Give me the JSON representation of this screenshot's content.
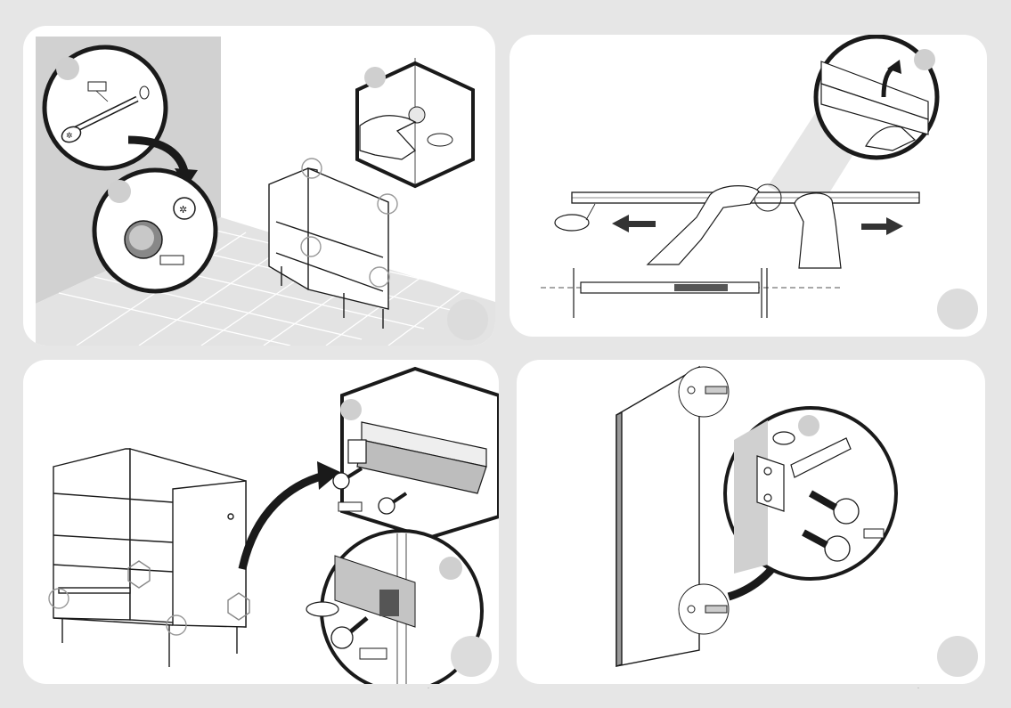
{
  "colors": {
    "background": "#e6e6e6",
    "panel": "#ffffff",
    "wall": "#d0d0d0",
    "floor": "#dcdcdc",
    "badge": "#d6d6d6",
    "ink": "#1a1a1a",
    "accent_dark": "#333333"
  },
  "steps": [
    {
      "id": "step-1",
      "icons": [
        "wall-screw-icon",
        "wall-plug-icon",
        "curved-arrow-icon",
        "hand-press-icon"
      ]
    },
    {
      "id": "step-2",
      "icons": [
        "drawer-slide-icon",
        "arrow-left-icon",
        "arrow-right-icon",
        "lever-arrow-icon"
      ]
    },
    {
      "id": "step-3",
      "icons": [
        "slide-mount-icon",
        "screw-icon",
        "curved-arrow-icon"
      ]
    },
    {
      "id": "step-4",
      "icons": [
        "hinge-icon",
        "screw-icon",
        "curved-arrow-icon"
      ]
    }
  ]
}
